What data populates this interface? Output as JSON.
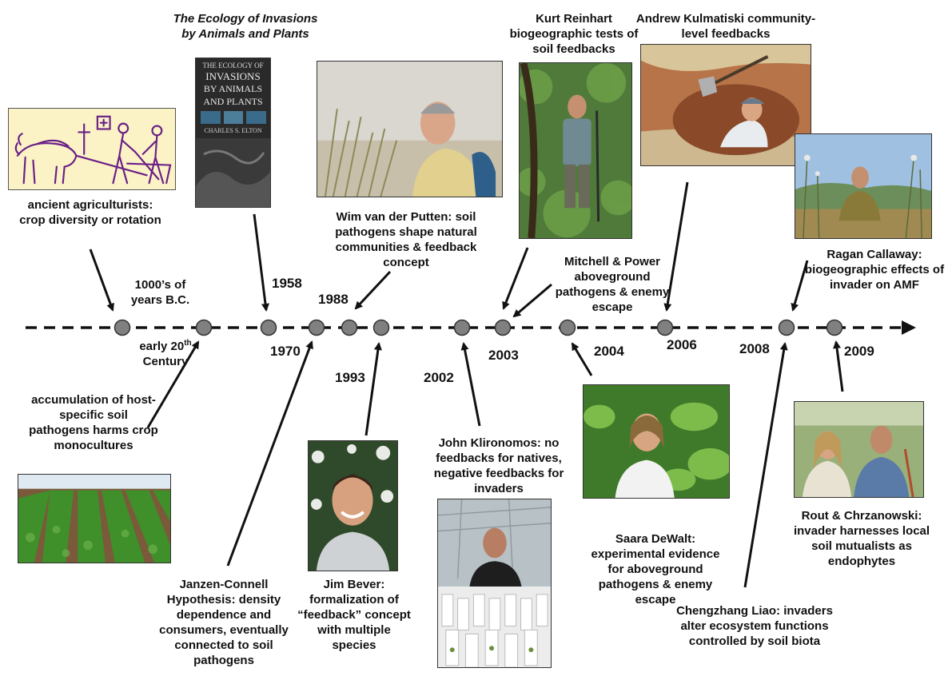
{
  "timeline": {
    "years": {
      "ancient": "1000’s of years B.C.",
      "early20": "early 20th Century",
      "y1958": "1958",
      "y1970": "1970",
      "y1988": "1988",
      "y1993": "1993",
      "y2002": "2002",
      "y2003": "2003",
      "y2004": "2004",
      "y2006": "2006",
      "y2008": "2008",
      "y2009": "2009"
    }
  },
  "events": {
    "ancient": "ancient agriculturists: crop diversity or rotation",
    "early20": "accumulation of host-specific soil pathogens harms crop monocultures",
    "elton_title": "The Ecology of Invasions by Animals and Plants",
    "janzen": "Janzen-Connell Hypothesis: density dependence and consumers, eventually connected to soil pathogens",
    "vanderputten": "Wim van der Putten: soil  pathogens shape natural communities & feedback concept",
    "bever": "Jim Bever: formalization of “feedback” concept with multiple species",
    "klironomos": "John Klironomos: no feedbacks for natives, negative feedbacks for invaders",
    "reinhart": "Kurt Reinhart biogeographic tests of soil feedbacks",
    "mitchell": "Mitchell & Power aboveground pathogens & enemy escape",
    "dewalt": "Saara DeWalt: experimental evidence for aboveground pathogens & enemy escape",
    "kulmatiski": "Andrew Kulmatiski community-level feedbacks",
    "liao": "Chengzhang Liao: invaders alter ecosystem functions controlled by soil biota",
    "callaway": "Ragan Callaway: biogeographic effects of invader on AMF",
    "rout": "Rout & Chrzanowski: invader harnesses local soil mutualists as endophytes"
  },
  "book_cover": {
    "line1": "THE ECOLOGY OF",
    "line2": "INVASIONS",
    "line3": "BY ANIMALS",
    "line4": "AND PLANTS",
    "author": "CHARLES S. ELTON"
  }
}
